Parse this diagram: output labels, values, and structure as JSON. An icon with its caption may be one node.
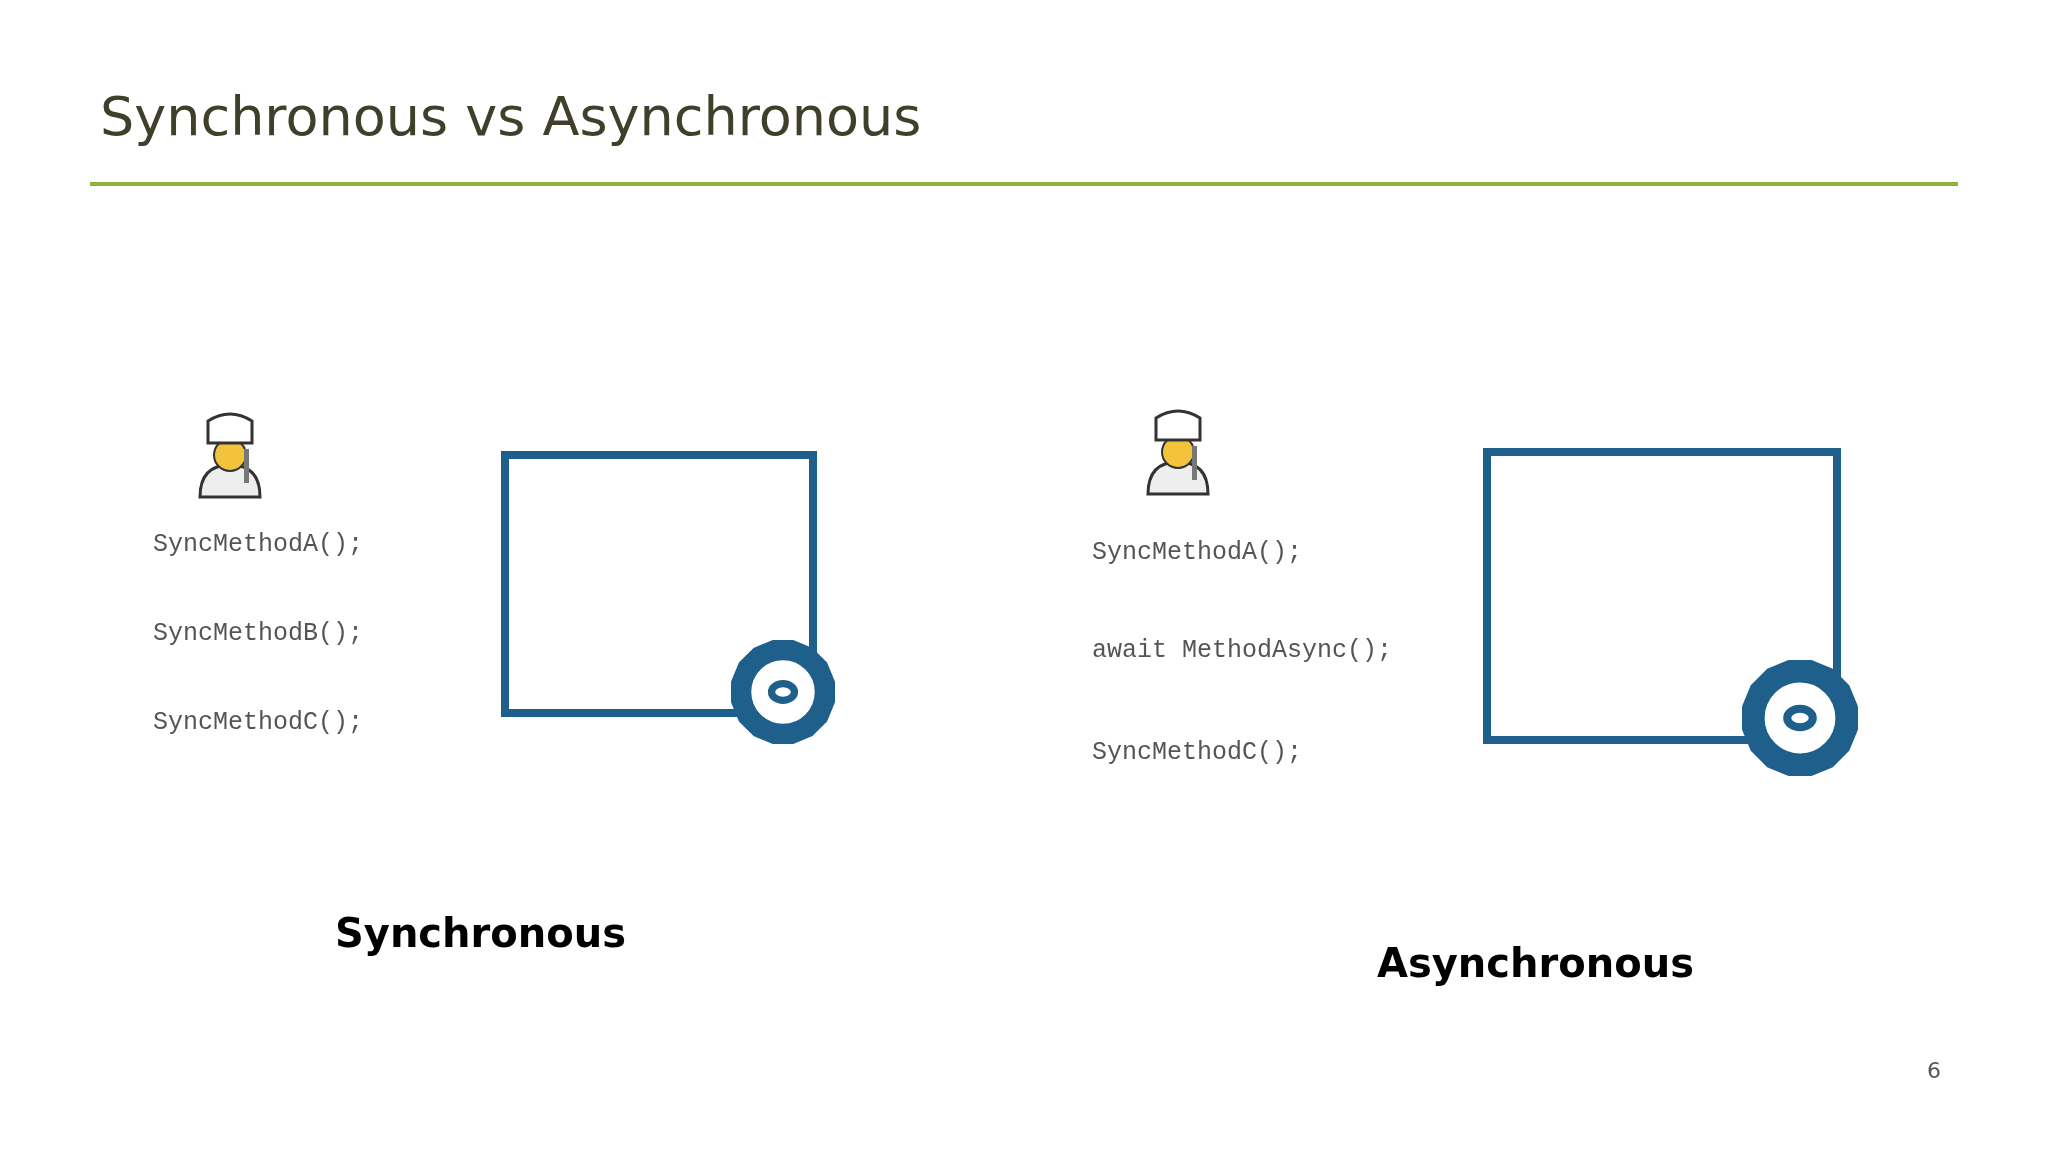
{
  "diagram": {
    "title": "Synchronous vs Asynchronous",
    "labels": [
      "SyncMethodA();",
      "SyncMethodB();",
      "SyncMethodC();",
      "SyncMethodA();",
      "await MethodAsync();",
      "SyncMethodC();",
      "Synchronous",
      "Asynchronous",
      "6"
    ]
  }
}
